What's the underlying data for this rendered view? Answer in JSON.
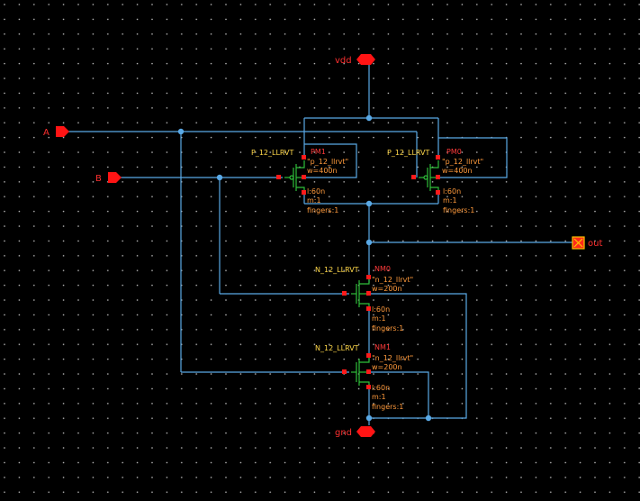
{
  "ports": {
    "vdd": "vdd",
    "gnd": "gnd",
    "a": "A",
    "b": "B",
    "out": "out"
  },
  "devices": {
    "pm1": {
      "cell": "P_12_LLRVT",
      "inst": "PM1",
      "model": "\"p_12_llrvt\"",
      "w": "w=400n",
      "l": "l:60n",
      "m": "m:1",
      "fingers": "fingers:1"
    },
    "pm0": {
      "cell": "P_12_LLRVT",
      "inst": "PM0",
      "model": "\"p_12_llrvt\"",
      "w": "w=400n",
      "l": "l:60n",
      "m": "m:1",
      "fingers": "fingers:1"
    },
    "nm0": {
      "cell": "N_12_LLRVT",
      "inst": "NM0",
      "model": "\"n_12_llrvt\"",
      "w": "w=200n",
      "l": "l:60n",
      "m": "m:1",
      "fingers": "fingers:1"
    },
    "nm1": {
      "cell": "N_12_LLRVT",
      "inst": "NM1",
      "model": "\"n_12_llrvt\"",
      "w": "w=200n",
      "l": "l:60n",
      "m": "m:1",
      "fingers": "fingers:1"
    }
  },
  "colors": {
    "background": "#000000",
    "wire": "#5aa9e6",
    "device": "#2fbf3a",
    "pin": "#ff1a1a",
    "cell_label": "#ffd84a",
    "param": "#ff9a3c",
    "instance": "#ff3b3b"
  }
}
